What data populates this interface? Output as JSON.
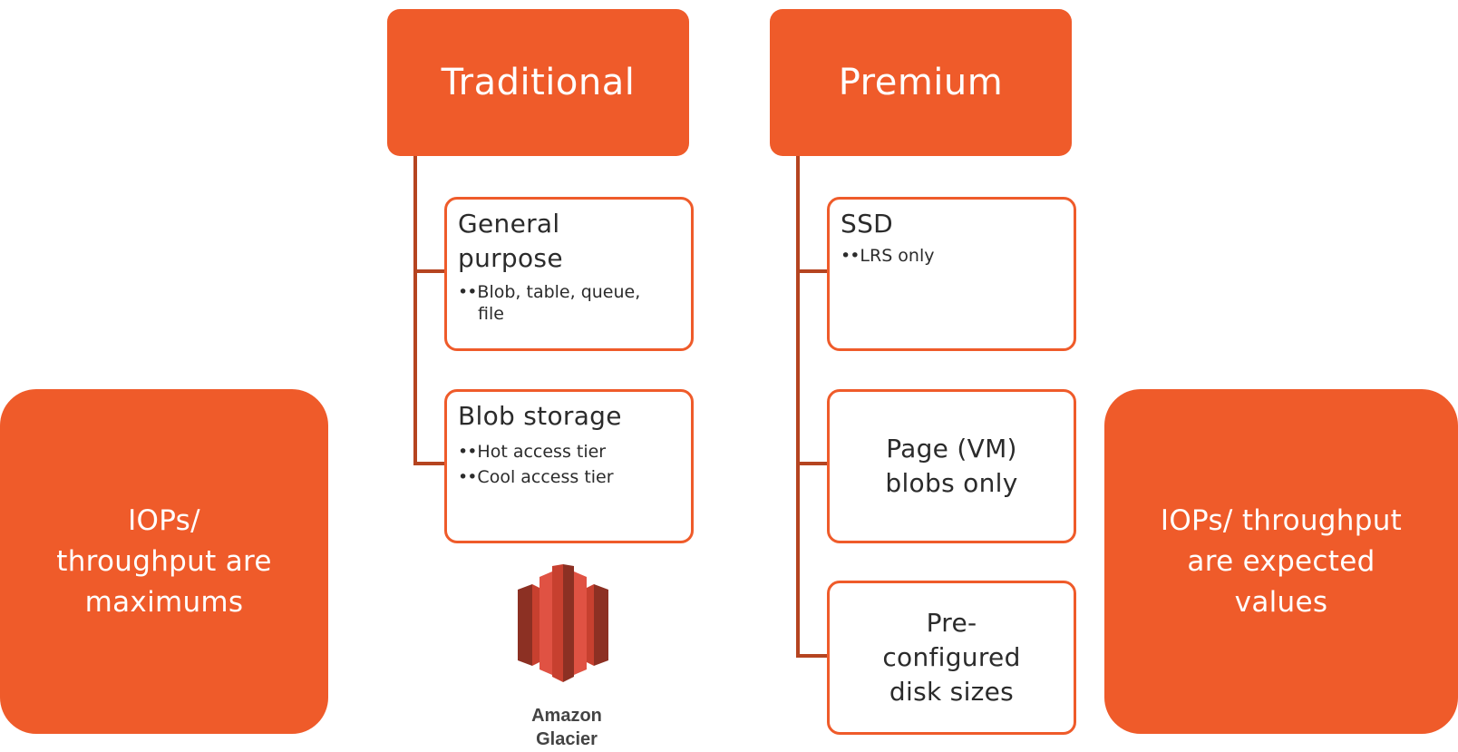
{
  "columns": {
    "traditional": {
      "header": "Traditional",
      "cards": [
        {
          "title": "General purpose",
          "bullets": [
            "Blob, table, queue, file"
          ]
        },
        {
          "title": "Blob storage",
          "bullets": [
            "Hot access tier",
            "Cool access tier"
          ]
        }
      ]
    },
    "premium": {
      "header": "Premium",
      "cards": [
        {
          "title": "SSD",
          "bullets": [
            "LRS only"
          ]
        },
        {
          "title": "Page (VM) blobs only",
          "bullets": []
        },
        {
          "title": "Pre-configured disk sizes",
          "bullets": []
        }
      ]
    }
  },
  "side_notes": {
    "left": "IOPs/ throughput are maximums",
    "right": "IOPs/ throughput are expected values"
  },
  "logo": {
    "name": "amazon-glacier-icon",
    "caption": "Amazon Glacier"
  },
  "colors": {
    "accent": "#EF5B2A",
    "connector": "#B54420",
    "logo_dark": "#8C3023",
    "logo_mid": "#C7402F",
    "logo_light": "#E05243"
  }
}
